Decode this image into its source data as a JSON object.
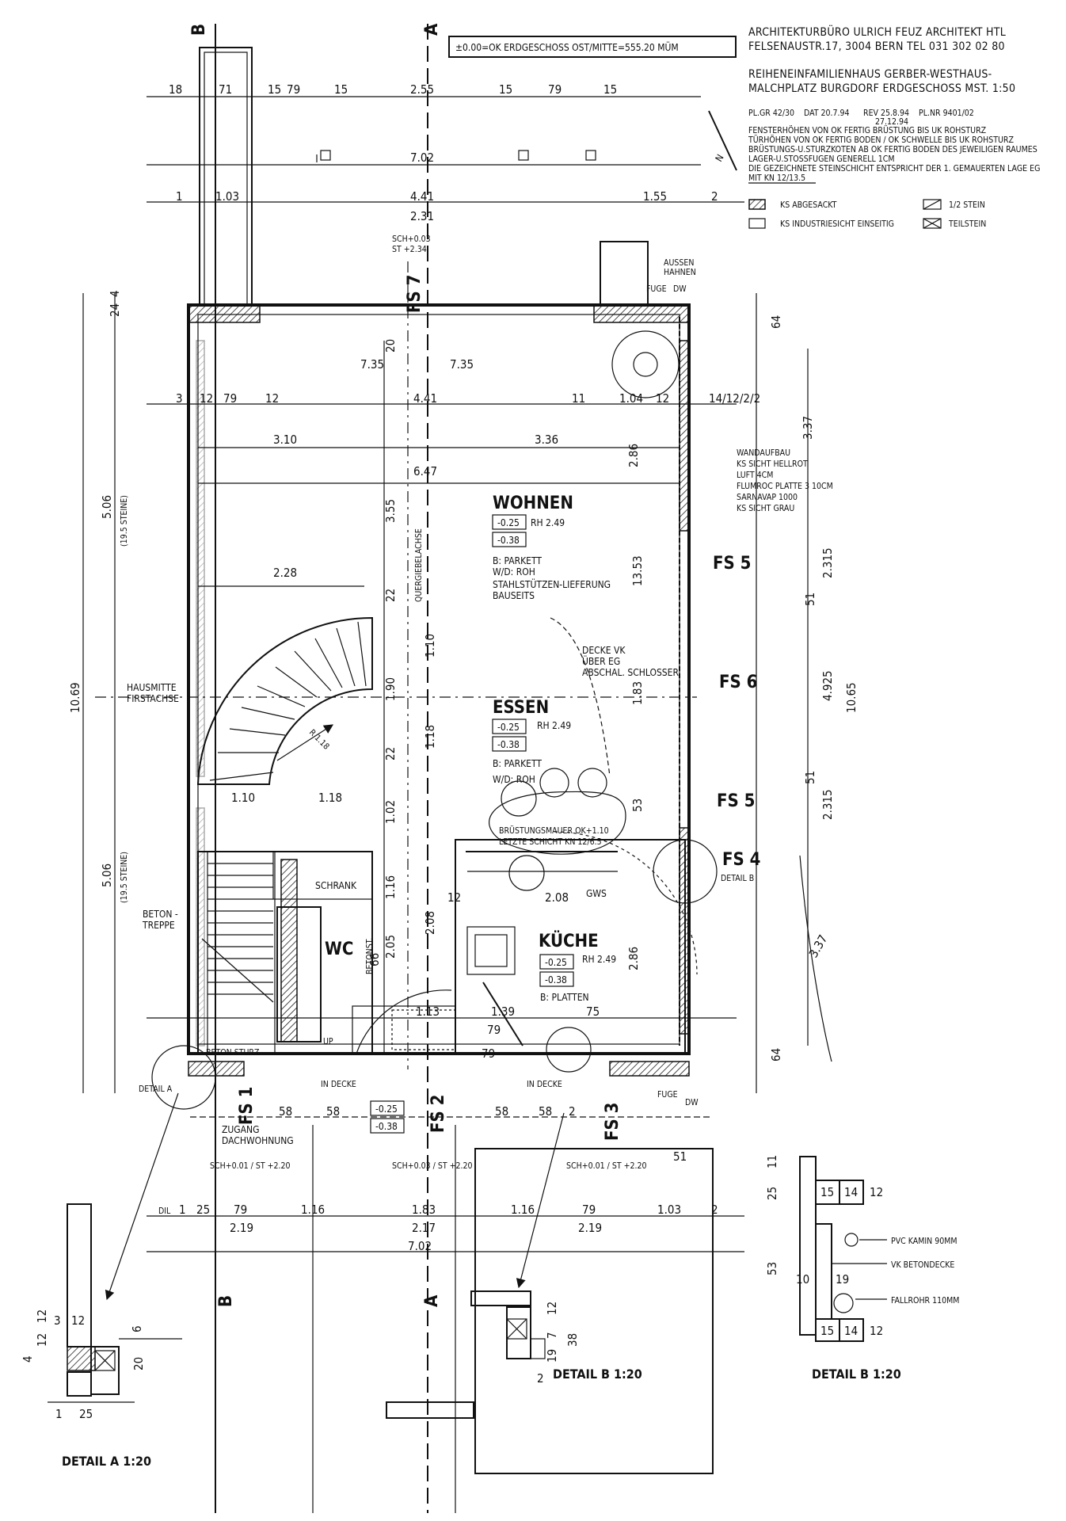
{
  "title_block": {
    "line1": "ARCHITEKTURBÜRO ULRICH FEUZ ARCHITEKT HTL",
    "line2": "FELSENAUSTR.17, 3004 BERN TEL 031 302 02 80",
    "line3": "REIHENEINFAMILIENHAUS GERBER-WESTHAUS-",
    "line4": "MALCHPLATZ BURGDORF ERDGESCHOSS MST. 1:50",
    "meta": [
      "PL.GR 42/30",
      "DAT 20.7.94",
      "REV 25.8.94",
      "27.12.94",
      "PL.NR 9401/02"
    ],
    "notes": [
      "FENSTERHÖHEN VON OK FERTIG BRÜSTUNG BIS UK ROHSTURZ",
      "TÜRHÖHEN VON OK FERTIG BODEN / OK SCHWELLE BIS UK ROHSTURZ",
      "BRÜSTUNGS-U.STURZKOTEN AB OK FERTIG BODEN DES JEWEILIGEN RAUMES",
      "LAGER-U.STOSSFUGEN GENERELL 1CM",
      "DIE GEZEICHNETE STEINSCHICHT ENTSPRICHT DER 1. GEMAUERTEN LAGE EG",
      "MIT KN 12/13.5"
    ],
    "legend": [
      "KS ABGESACKT",
      "KS INDUSTRIESICHT EINSEITIG",
      "1/2 STEIN",
      "TEILSTEIN"
    ]
  },
  "reference": "±0.00=OK ERDGESCHOSS OST/MITTE=555.20 MÜM",
  "section_marks": [
    "B",
    "A",
    "B",
    "A"
  ],
  "rooms": {
    "wohnen": {
      "name": "WOHNEN",
      "lvl1": "-0.25",
      "lvl2": "-0.38",
      "rh": "RH 2.49",
      "note1": "B: PARKETT",
      "note2": "W/D: ROH",
      "note3": "STAHLSTÜTZEN-LIEFERUNG",
      "note4": "BAUSEITS"
    },
    "essen": {
      "name": "ESSEN",
      "lvl1": "-0.25",
      "lvl2": "-0.38",
      "rh": "RH 2.49",
      "note1": "B: PARKETT",
      "note2": "W/D: ROH"
    },
    "kueche": {
      "name": "KÜCHE",
      "lvl1": "-0.25",
      "lvl2": "-0.38",
      "rh": "RH 2.49",
      "note1": "B: PLATTEN"
    },
    "wc": "WC",
    "schrank": "SCHRANK",
    "gws": "GWS",
    "entrance_lvl1": "-0.25",
    "entrance_lvl2": "-0.38"
  },
  "labels": {
    "hausmitte": "HAUSMITTE",
    "firstachse": "FIRSTACHSE",
    "querachse": "QUERGIEBELACHSE",
    "beton_treppe1": "BETON -",
    "beton_treppe2": "TREPPE",
    "beton_sturz": "BETON STURZ",
    "betonst": "BETONST.",
    "zugang1": "ZUGANG",
    "zugang2": "DACHWOHNUNG",
    "decke1": "DECKE VK",
    "decke2": "ÜBER EG",
    "decke3": "ABSCHAL. SCHLOSSER",
    "bruestung1": "BRÜSTUNGSMAUER OK+1.10",
    "bruestung2": "LETZTE SCHICHT KN 12/6.5",
    "aussen1": "AUSSEN",
    "aussen2": "HAHNEN",
    "fuge": "FUGE",
    "dw": "DW",
    "detail_a": "DETAIL A",
    "detail_b": "DETAIL B",
    "in_decke": "IN DECKE",
    "wandaufbau": [
      "WANDAUFBAU",
      "KS SICHT HELLROT",
      "LUFT 4CM",
      "FLUMROC PLATTE 3 10CM",
      "SARNAVAP 1000",
      "KS SICHT GRAU"
    ],
    "sch1": "SCH+0.03",
    "st1": "ST +2.34",
    "sch_bottom": [
      "SCH+0.01 / ST +2.20",
      "SCH+0.03 / ST +2.20",
      "SCH+0.01 / ST +2.20"
    ],
    "pvc": "PVC KAMIN 90MM",
    "vk": "VK BETONDECKE",
    "fallrohr": "FALLROHR 110MM",
    "detail_a_title": "DETAIL A 1:20",
    "detail_b_title1": "DETAIL B 1:20",
    "detail_b_title2": "DETAIL B 1:20",
    "r118": "R 1.18",
    "up": "UP",
    "dil": "DIL"
  },
  "window_tags": [
    "FS 7",
    "FS 5",
    "FS 6",
    "FS 5",
    "FS 4",
    "FS 1",
    "FS 2",
    "FS 3"
  ],
  "dims_top": [
    "18",
    "71",
    "15",
    "79",
    "15",
    "2.55",
    "15",
    "79",
    "15",
    "7.02",
    "1",
    "1.03",
    "4.41",
    "2.31",
    "1.55",
    "2"
  ],
  "dims_mid": [
    "3",
    "12",
    "79",
    "12",
    "4.41",
    "11",
    "1.04",
    "12",
    "14/12/2/2",
    "3.10",
    "3.36",
    "6.47",
    "2.28"
  ],
  "dims_left": [
    "10.69",
    "5.06",
    "(19.5 STEINE)",
    "5.06",
    "(19.5 STEINE)",
    "24",
    "4"
  ],
  "dims_right": [
    "3.37",
    "10.65",
    "4.925",
    "2.315",
    "2.315",
    "64",
    "64",
    "51",
    "51",
    "3.37",
    "2.86",
    "2.86"
  ],
  "dims_inner": [
    "3.55",
    "1.10",
    "1.90",
    "1.18",
    "1.02",
    "2.08",
    "2.05",
    "1.16",
    "66",
    "22",
    "22",
    "20",
    "7.35",
    "7.35",
    "1.10",
    "1.18",
    "13.53",
    "1.83",
    "53",
    "2.08",
    "1.39",
    "75",
    "79",
    "12",
    "1.13"
  ],
  "dims_bottom": [
    "1",
    "25",
    "79",
    "1.16",
    "1.83",
    "1.16",
    "79",
    "1.03",
    "2",
    "2.19",
    "2.17",
    "2.19",
    "7.02",
    "58",
    "58",
    "58",
    "58",
    "2",
    "79",
    "51"
  ],
  "detail_dims": [
    "3",
    "12",
    "6",
    "20",
    "4",
    "12",
    "12",
    "25",
    "1",
    "11",
    "25",
    "15",
    "14",
    "12",
    "53",
    "10",
    "19",
    "15",
    "14",
    "12",
    "12",
    "38",
    "19",
    "7",
    "2"
  ]
}
